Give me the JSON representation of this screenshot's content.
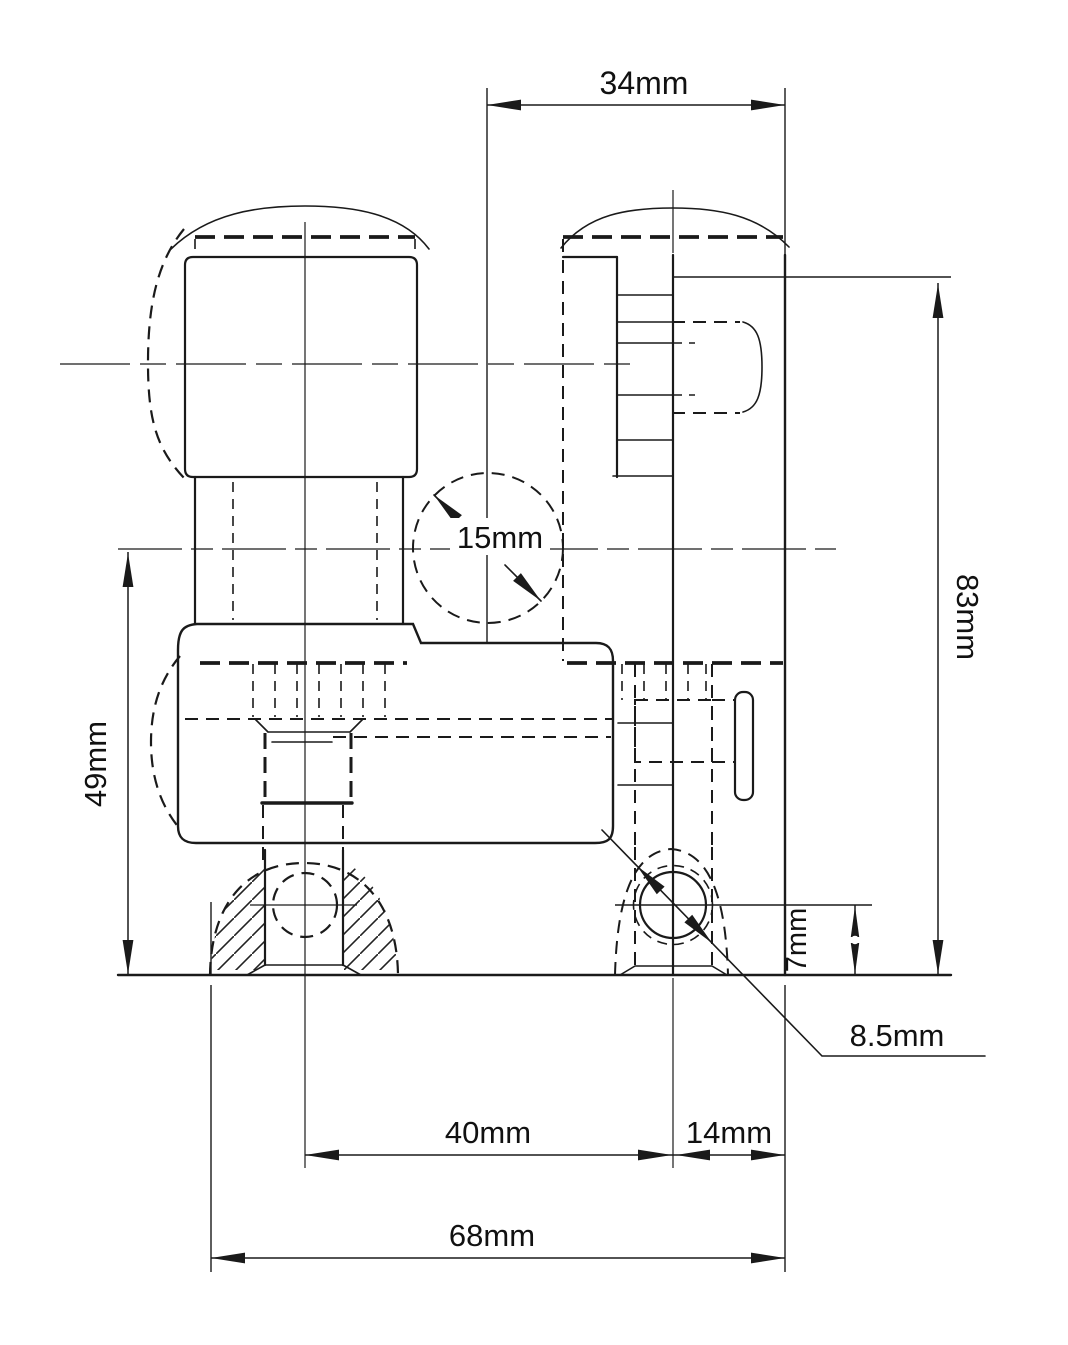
{
  "colors": {
    "line": "#1a1a1a",
    "background": "#ffffff"
  },
  "drawing": {
    "dimensions": {
      "top_width": {
        "label": "34mm",
        "value": 34,
        "unit": "mm",
        "orientation": "horizontal"
      },
      "overall_height": {
        "label": "83mm",
        "value": 83,
        "unit": "mm",
        "orientation": "vertical"
      },
      "axis_to_base_height": {
        "label": "49mm",
        "value": 49,
        "unit": "mm",
        "orientation": "vertical"
      },
      "bore_diameter": {
        "label": "15mm",
        "value": 15,
        "unit": "mm",
        "orientation": "leader"
      },
      "hole_height_from_base": {
        "label": "7mm",
        "value": 7,
        "unit": "mm",
        "orientation": "vertical"
      },
      "hole_diameter": {
        "label": "8.5mm",
        "value": 8.5,
        "unit": "mm",
        "orientation": "leader"
      },
      "hole_center_spacing": {
        "label": "40mm",
        "value": 40,
        "unit": "mm",
        "orientation": "horizontal"
      },
      "hole_to_edge": {
        "label": "14mm",
        "value": 14,
        "unit": "mm",
        "orientation": "horizontal"
      },
      "overall_width": {
        "label": "68mm",
        "value": 68,
        "unit": "mm",
        "orientation": "horizontal"
      }
    }
  }
}
